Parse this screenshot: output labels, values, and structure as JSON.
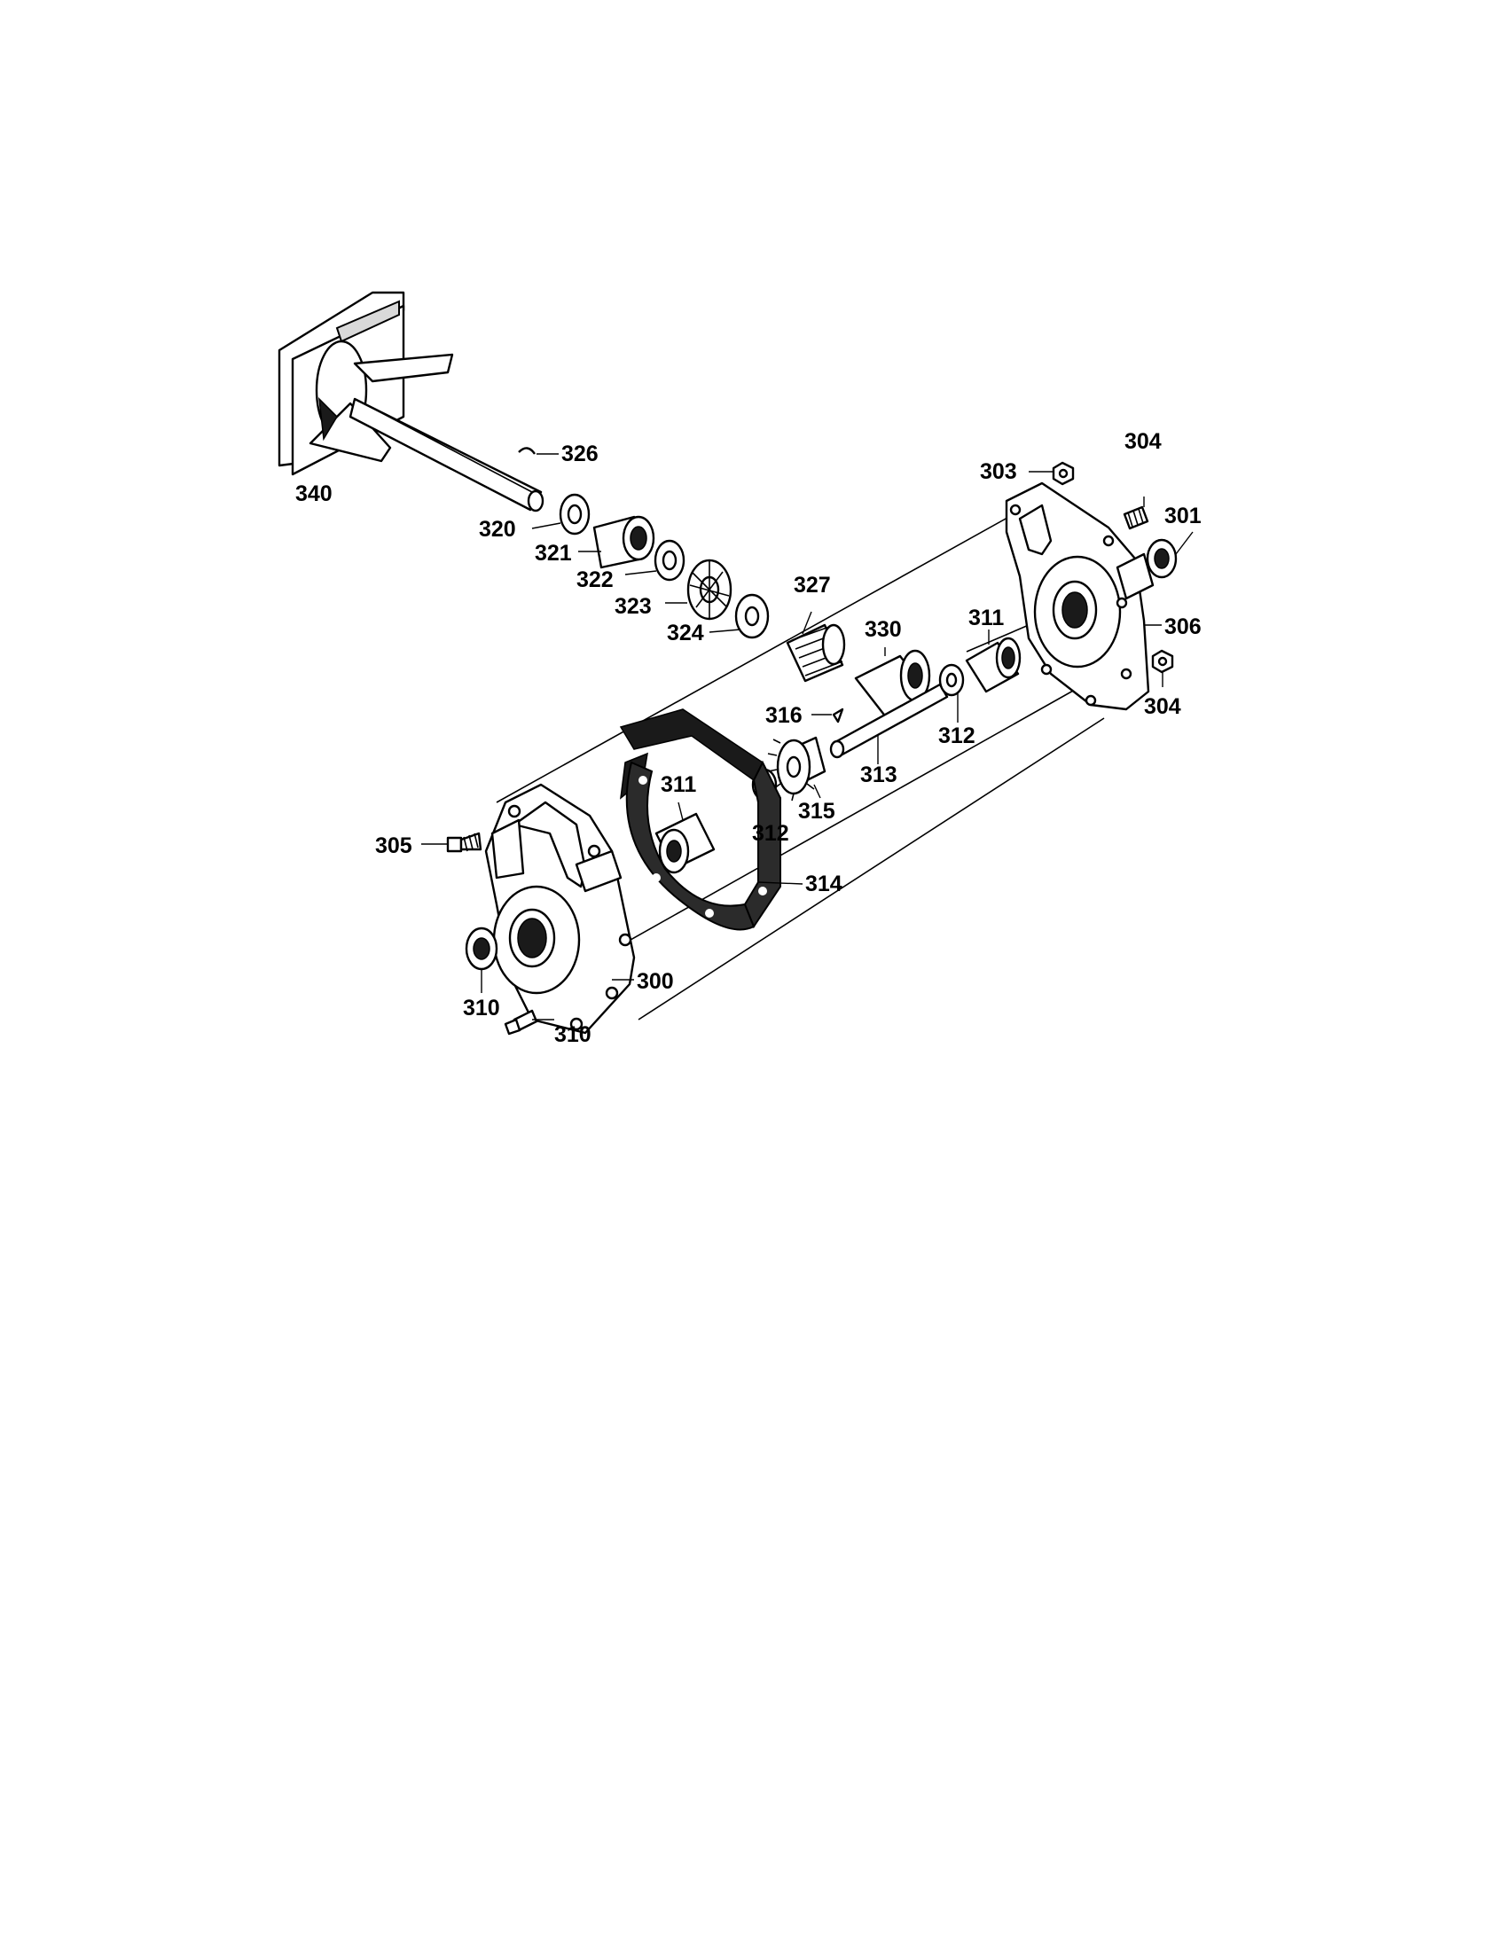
{
  "diagram": {
    "parts": [
      {
        "id": "p340",
        "label": "340"
      },
      {
        "id": "p326",
        "label": "326"
      },
      {
        "id": "p320",
        "label": "320"
      },
      {
        "id": "p321",
        "label": "321"
      },
      {
        "id": "p322",
        "label": "322"
      },
      {
        "id": "p323",
        "label": "323"
      },
      {
        "id": "p324",
        "label": "324"
      },
      {
        "id": "p327",
        "label": "327"
      },
      {
        "id": "p330",
        "label": "330"
      },
      {
        "id": "p316",
        "label": "316"
      },
      {
        "id": "p313",
        "label": "313"
      },
      {
        "id": "p315",
        "label": "315"
      },
      {
        "id": "p312a",
        "label": "312"
      },
      {
        "id": "p312b",
        "label": "312"
      },
      {
        "id": "p311a",
        "label": "311"
      },
      {
        "id": "p311b",
        "label": "311"
      },
      {
        "id": "p314",
        "label": "314"
      },
      {
        "id": "p305",
        "label": "305"
      },
      {
        "id": "p300",
        "label": "300"
      },
      {
        "id": "p310a",
        "label": "310"
      },
      {
        "id": "p310b",
        "label": "310"
      },
      {
        "id": "p303",
        "label": "303"
      },
      {
        "id": "p304a",
        "label": "304"
      },
      {
        "id": "p304b",
        "label": "304"
      },
      {
        "id": "p306",
        "label": "306"
      },
      {
        "id": "p301",
        "label": "301"
      }
    ]
  }
}
